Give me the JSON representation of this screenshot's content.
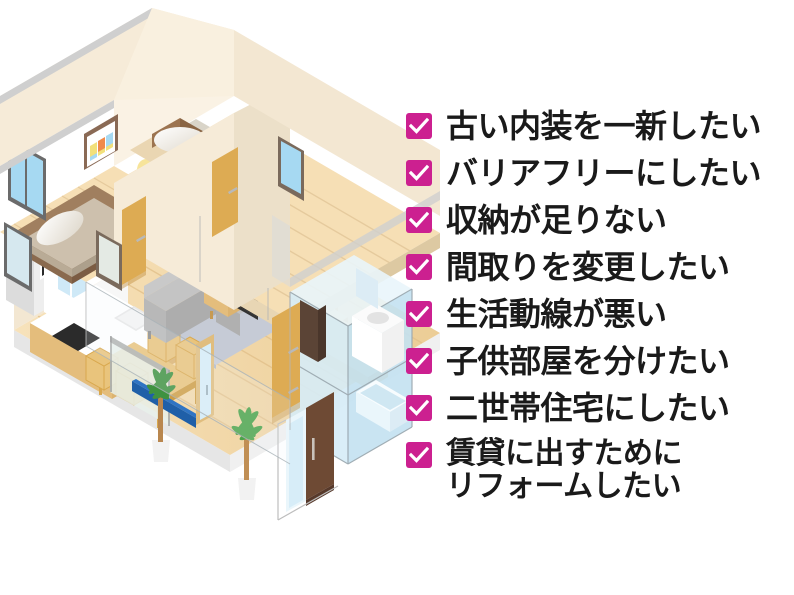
{
  "background_color": "#ffffff",
  "accent_color": "#cc2090",
  "text_color": "#1a1a1a",
  "illustration": {
    "name": "isometric-cutaway-house",
    "description": "二階建て住宅のアイソメトリック断面イラスト",
    "palette": {
      "wall_light": "#faf2e4",
      "wall_mid": "#f3e7d2",
      "wall_shadow": "#e9dcc4",
      "roof_edge": "#cfcfcf",
      "floor_light": "#f6dfb5",
      "floor_mid": "#edd09a",
      "floor_dark": "#e2bd7e",
      "door_tan": "#ddab53",
      "door_brown": "#6e4a34",
      "glass_blue": "#d6ecf7",
      "glass_blue_dark": "#bfdff0",
      "window_blue": "#a6d9f2",
      "sofa_gray": "#b3b3b3",
      "rug_gray": "#c6cbd6",
      "bed_beige": "#c8bba8",
      "plant_green": "#4f9d45",
      "counter_white": "#ffffff",
      "cooktop_black": "#2b2b2b",
      "tv_black": "#1a1a1a",
      "lamp_yellow": "#f6e08a"
    },
    "rooms": [
      "寝室",
      "廊下",
      "階段",
      "リビング",
      "ダイニング",
      "キッチン",
      "浴室",
      "洗面所",
      "玄関"
    ],
    "furniture": [
      "ベッド",
      "ナイトテーブル",
      "スタンドライト",
      "絵画",
      "ソファ",
      "ラグ",
      "テレビ",
      "テレビ台",
      "フロアランプ",
      "ダイニングテーブル",
      "椅子",
      "キッチンカウンター",
      "コンロ",
      "シンク",
      "冷蔵庫",
      "観葉植物",
      "洗面台",
      "浴槽",
      "玄関ドア"
    ]
  },
  "checklist": {
    "items": [
      {
        "id": "renew-old-interior",
        "label": "古い内装を一新したい",
        "checked": true
      },
      {
        "id": "barrier-free",
        "label": "バリアフリーにしたい",
        "checked": true
      },
      {
        "id": "not-enough-storage",
        "label": "収納が足りない",
        "checked": true
      },
      {
        "id": "change-floor-plan",
        "label": "間取りを変更したい",
        "checked": true
      },
      {
        "id": "poor-traffic-flow",
        "label": "生活動線が悪い",
        "checked": true
      },
      {
        "id": "split-kids-room",
        "label": "子供部屋を分けたい",
        "checked": true
      },
      {
        "id": "two-household-home",
        "label": "二世帯住宅にしたい",
        "checked": true
      },
      {
        "id": "reform-for-rental",
        "label": "賃貸に出すために\nリフォームしたい",
        "checked": true,
        "multiline": true
      }
    ]
  }
}
